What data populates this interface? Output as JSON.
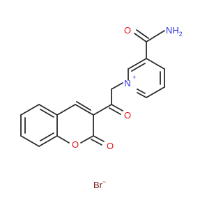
{
  "molecule": {
    "amide_nh2": "NH",
    "amide_nh2_sub": "2",
    "amide_o": "O",
    "ketone_o": "O",
    "pyridinium_n": "N",
    "pyridinium_charge": "+",
    "ring_o": "O",
    "lactone_o": "O"
  },
  "counterion": {
    "symbol": "Br",
    "charge": "−"
  },
  "colors": {
    "bond": "#2b2b2b",
    "oxygen": "#e8101a",
    "nitrogen": "#3030e8",
    "bromine": "#7a2020"
  }
}
